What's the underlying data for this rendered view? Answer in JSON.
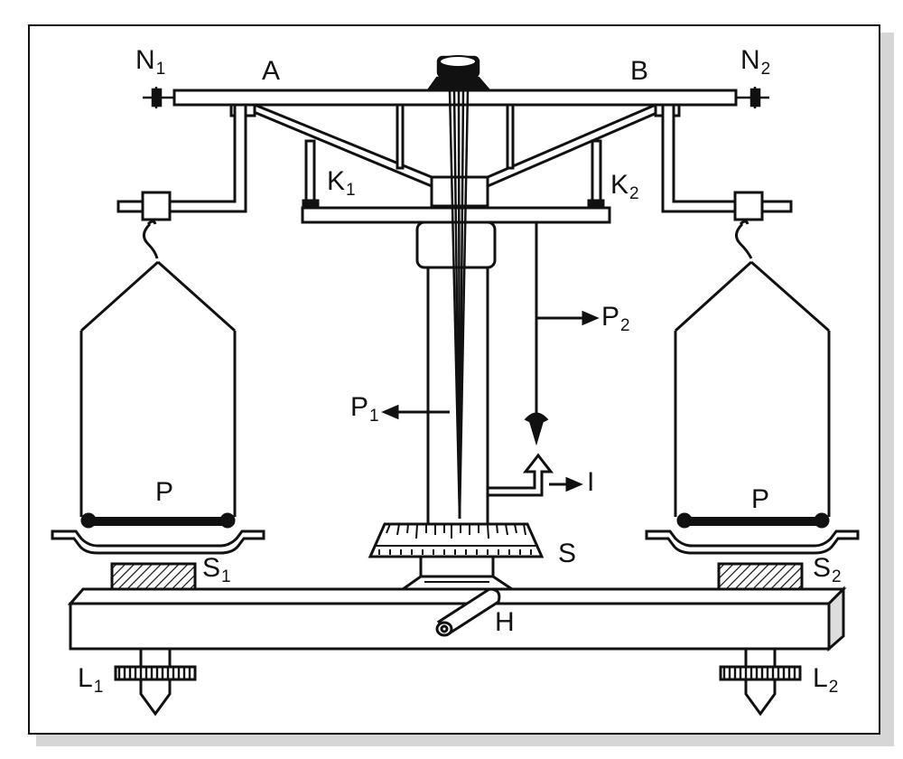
{
  "colors": {
    "ink": "#111111",
    "frame_shadow": "#d6d6d6",
    "paper": "#ffffff",
    "base_side": "#dddddd"
  },
  "labels": {
    "A": "A",
    "B": "B",
    "N1": {
      "main": "N",
      "sub": "1"
    },
    "N2": {
      "main": "N",
      "sub": "2"
    },
    "K1": {
      "main": "K",
      "sub": "1"
    },
    "K2": {
      "main": "K",
      "sub": "2"
    },
    "P1": {
      "main": "P",
      "sub": "1"
    },
    "P2": {
      "main": "P",
      "sub": "2"
    },
    "I": "I",
    "P_left": "P",
    "P_right": "P",
    "S": "S",
    "S1": {
      "main": "S",
      "sub": "1"
    },
    "S2": {
      "main": "S",
      "sub": "2"
    },
    "H": "H",
    "L1": {
      "main": "L",
      "sub": "1"
    },
    "L2": {
      "main": "L",
      "sub": "2"
    }
  }
}
